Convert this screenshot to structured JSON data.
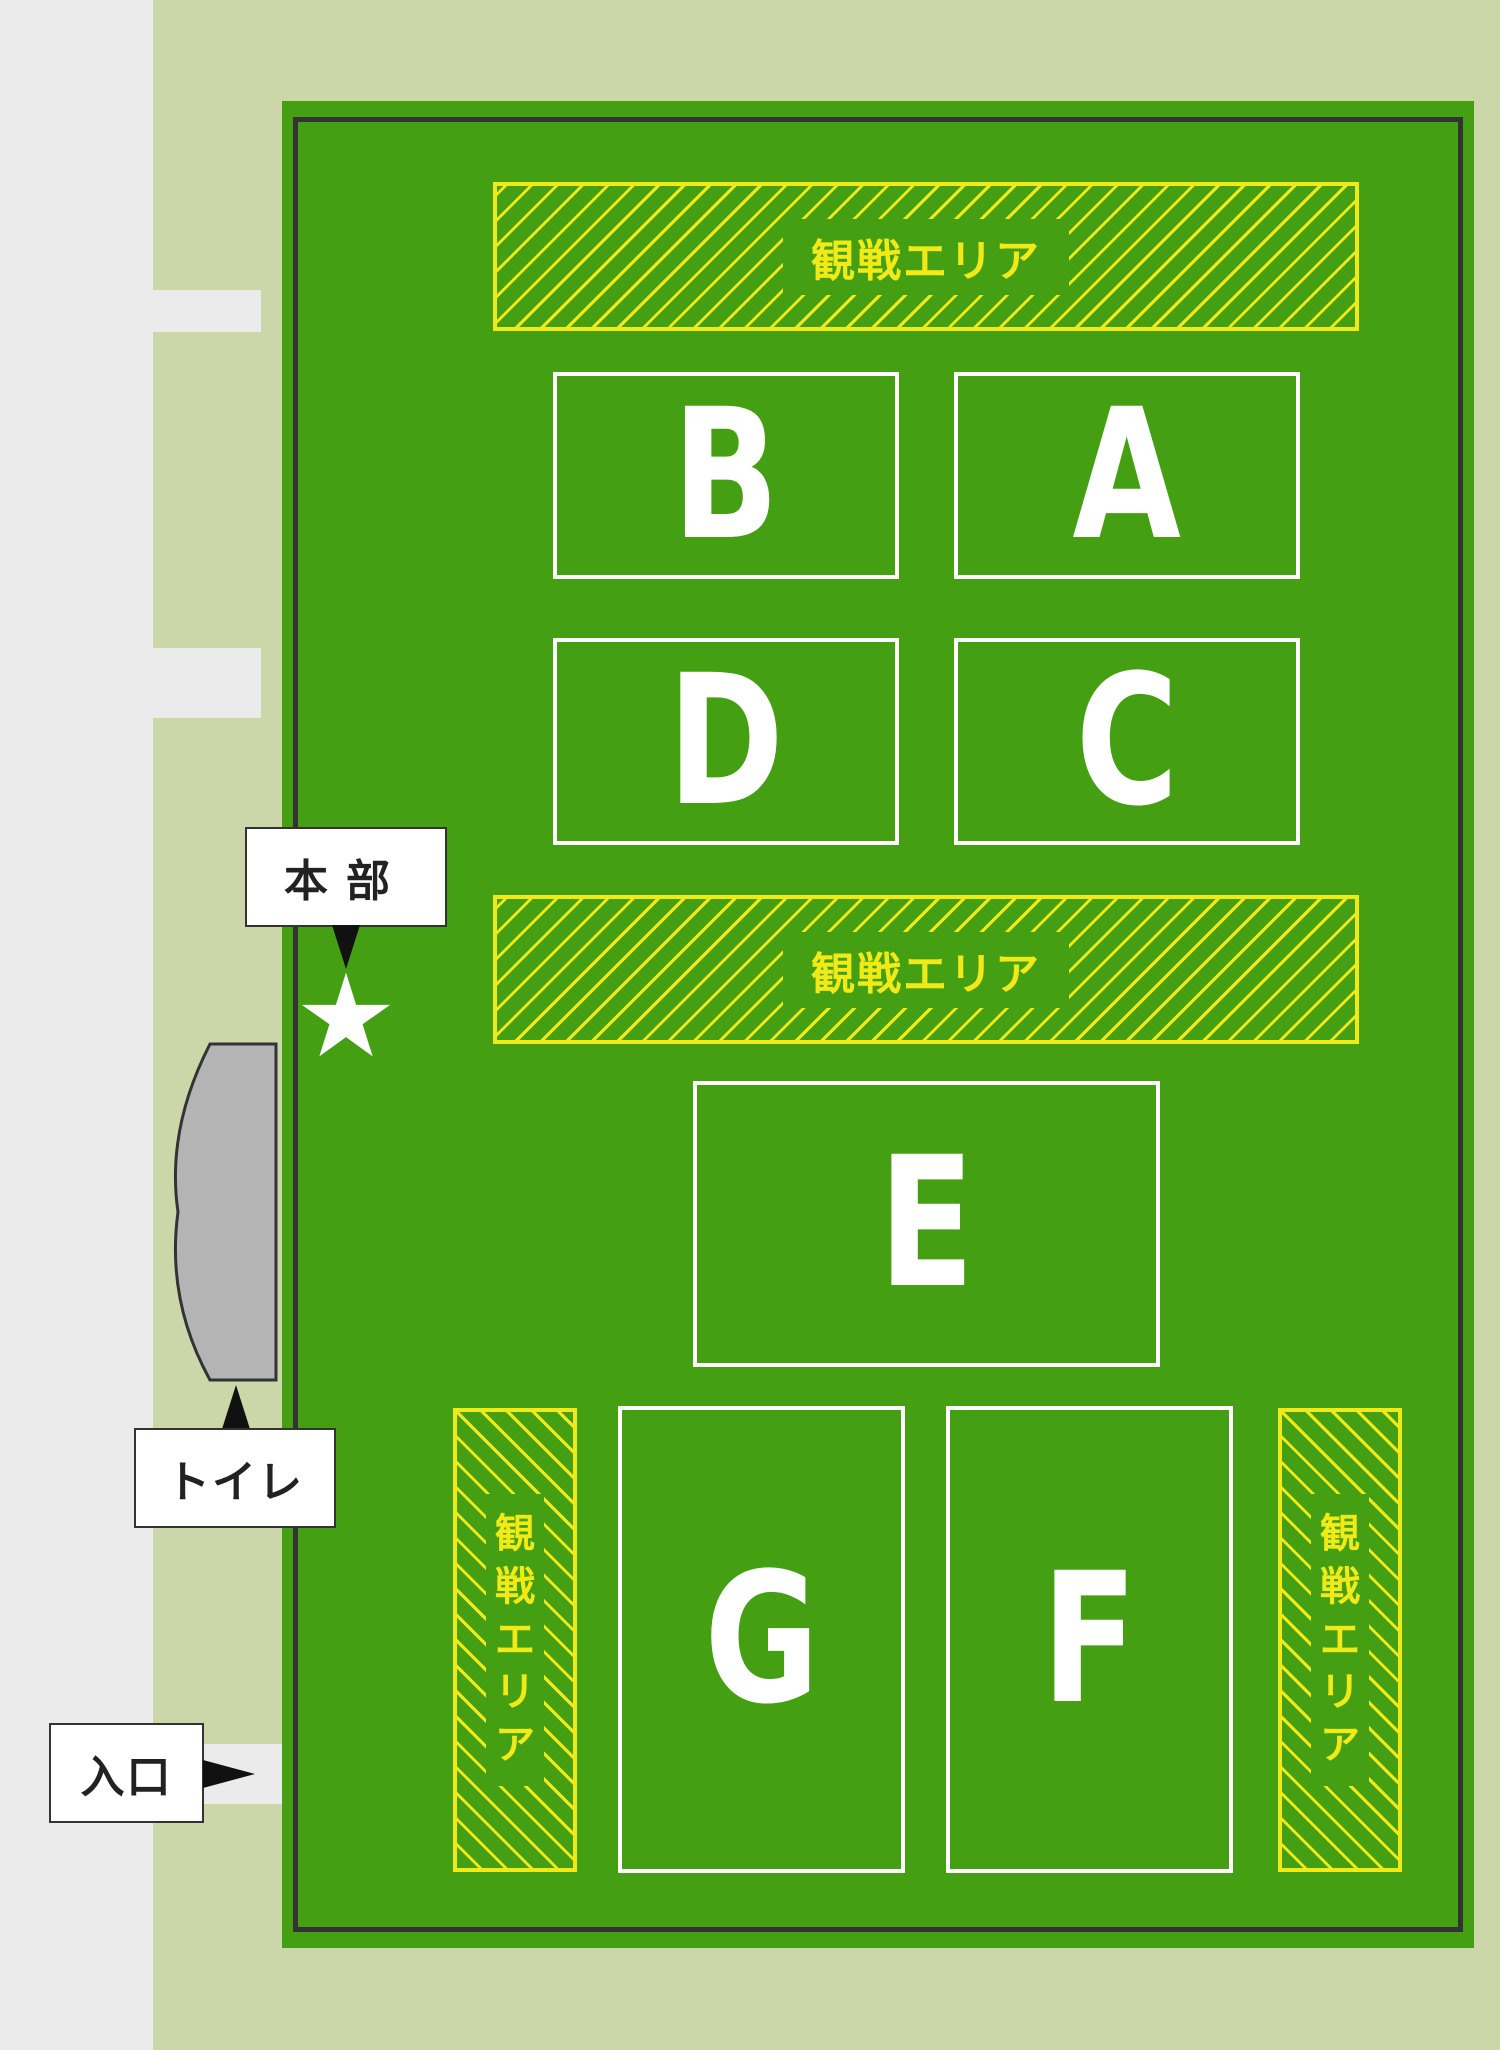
{
  "colors": {
    "road": "#ebebeb",
    "lawn": "#cbd7a8",
    "field": "#44a012",
    "field_line": "#333333",
    "court_line": "#ffffff",
    "spectator": "#f2ea16",
    "toilet": "#b4b4b4"
  },
  "courts": {
    "a": "A",
    "b": "B",
    "c": "C",
    "d": "D",
    "e": "E",
    "f": "F",
    "g": "G"
  },
  "spectator_areas": {
    "top": "観戦エリア",
    "middle": "観戦エリア",
    "left": "観戦エリア",
    "right": "観戦エリア"
  },
  "callouts": {
    "hq": "本部",
    "toilet": "トイレ",
    "entrance": "入口"
  },
  "icons": {
    "hq_marker": "star-icon",
    "pointer": "triangle-arrow-icon"
  }
}
